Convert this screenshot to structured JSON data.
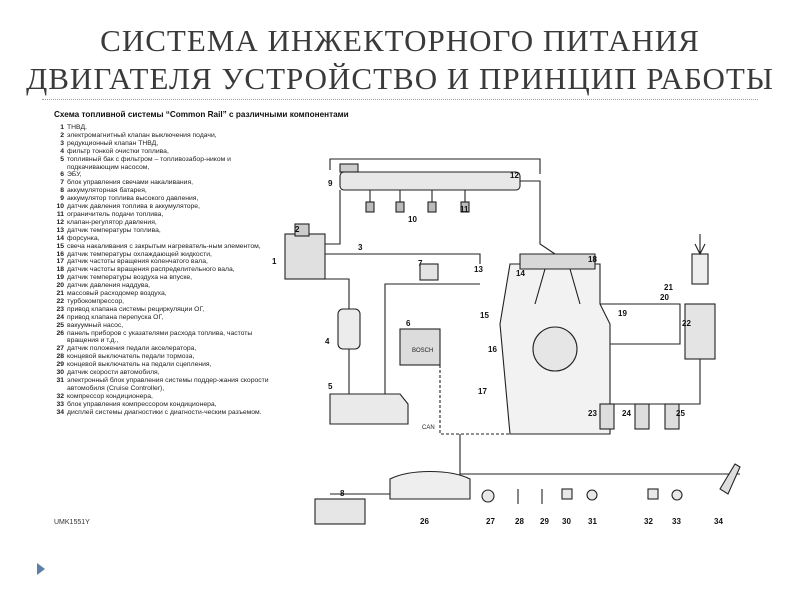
{
  "slide": {
    "title_line1": "СИСТЕМА ИНЖЕКТОРНОГО ПИТАНИЯ",
    "title_line2": "ДВИГАТЕЛЯ УСТРОЙСТВО И ПРИНЦИП РАБОТЫ"
  },
  "diagram": {
    "title": "Схема топливной системы “Common Rail” с различными компонентами",
    "legend": [
      {
        "num": "1",
        "text": "ТНВД,"
      },
      {
        "num": "2",
        "text": "электромагнитный клапан выключения подачи,"
      },
      {
        "num": "3",
        "text": "редукционный клапан ТНВД,"
      },
      {
        "num": "4",
        "text": "фильтр тонкой очистки топлива,"
      },
      {
        "num": "5",
        "text": "топливный бак с фильтром – топливозабор-ником и подкачивающим насосом,"
      },
      {
        "num": "6",
        "text": "ЭБУ,"
      },
      {
        "num": "7",
        "text": "блок управления свечами накаливания,"
      },
      {
        "num": "8",
        "text": "аккумуляторная батарея,"
      },
      {
        "num": "9",
        "text": "аккумулятор топлива высокого давления,"
      },
      {
        "num": "10",
        "text": "датчик давления топлива в аккумуляторе,"
      },
      {
        "num": "11",
        "text": "ограничитель подачи топлива,"
      },
      {
        "num": "12",
        "text": "клапан-регулятор давления,"
      },
      {
        "num": "13",
        "text": "датчик температуры топлива,"
      },
      {
        "num": "14",
        "text": "форсунка,"
      },
      {
        "num": "15",
        "text": "свеча накаливания с закрытым нагреватель-ным элементом,"
      },
      {
        "num": "16",
        "text": "датчик температуры охлаждающей жидкости,"
      },
      {
        "num": "17",
        "text": "датчик частоты вращения коленчатого вала,"
      },
      {
        "num": "18",
        "text": "датчик частоты вращения распределительного вала,"
      },
      {
        "num": "19",
        "text": "датчик температуры воздуха на впуске,"
      },
      {
        "num": "20",
        "text": "датчик давления наддува,"
      },
      {
        "num": "21",
        "text": "массовый расходомер воздуха,"
      },
      {
        "num": "22",
        "text": "турбокомпрессор,"
      },
      {
        "num": "23",
        "text": "привод клапана системы рециркуляции ОГ,"
      },
      {
        "num": "24",
        "text": "привод клапана перепуска ОГ,"
      },
      {
        "num": "25",
        "text": "вакуумный насос,"
      },
      {
        "num": "26",
        "text": "панель приборов с указателями расхода топлива, частоты вращения и т.д.,"
      },
      {
        "num": "27",
        "text": "датчик положения педали акселератора,"
      },
      {
        "num": "28",
        "text": "концевой выключатель педали тормоза,"
      },
      {
        "num": "29",
        "text": "концевой выключатель на педали сцепления,"
      },
      {
        "num": "30",
        "text": "датчик скорости автомобиля,"
      },
      {
        "num": "31",
        "text": "электронный блок управления системы поддер-жания скорости автомобиля (Cruise Controller),"
      },
      {
        "num": "32",
        "text": "компрессор кондиционера,"
      },
      {
        "num": "33",
        "text": "блок управления компрессором кондиционера,"
      },
      {
        "num": "34",
        "text": "дисплей системы диагностики с диагности-ческим разъемом."
      }
    ],
    "ref_code": "UMK1551Y",
    "can_label": "CAN",
    "bosch_label": "BOSCH",
    "callouts": [
      "1",
      "2",
      "3",
      "4",
      "5",
      "6",
      "7",
      "8",
      "9",
      "10",
      "11",
      "12",
      "13",
      "14",
      "15",
      "16",
      "17",
      "18",
      "19",
      "20",
      "21",
      "22",
      "23",
      "24",
      "25",
      "26",
      "27",
      "28",
      "29",
      "30",
      "31",
      "32",
      "33",
      "34"
    ]
  }
}
